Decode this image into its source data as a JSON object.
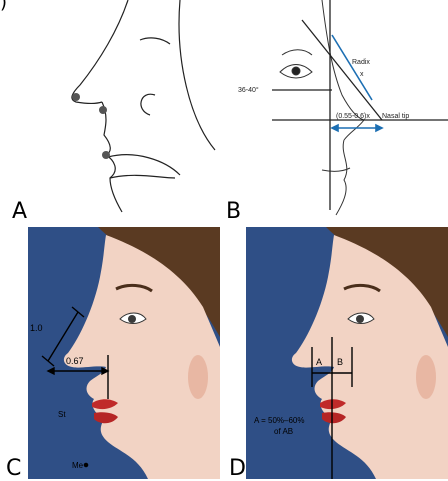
{
  "header_fragment": ")",
  "panels": {
    "A": {
      "letter": "A"
    },
    "B": {
      "letter": "B",
      "radix": "Radix",
      "angle": "36-40°",
      "ratio": "(0.55-0.6)x",
      "nasal_tip": "Nasal tip",
      "x": "x"
    },
    "C": {
      "letter": "C",
      "length": "1.0",
      "projection": "0.67",
      "stomion": "St",
      "menton": "Me"
    },
    "D": {
      "letter": "D",
      "seg_a": "A",
      "seg_b": "B",
      "rule_line1": "A = 50%–60%",
      "rule_line2": "of AB"
    }
  },
  "colors": {
    "background_blue": "#2f4f86",
    "skin": "#f2d3c4",
    "hair": "#5a3a22",
    "lips": "#c02a2a",
    "accent_blue": "#1c6fb3"
  }
}
